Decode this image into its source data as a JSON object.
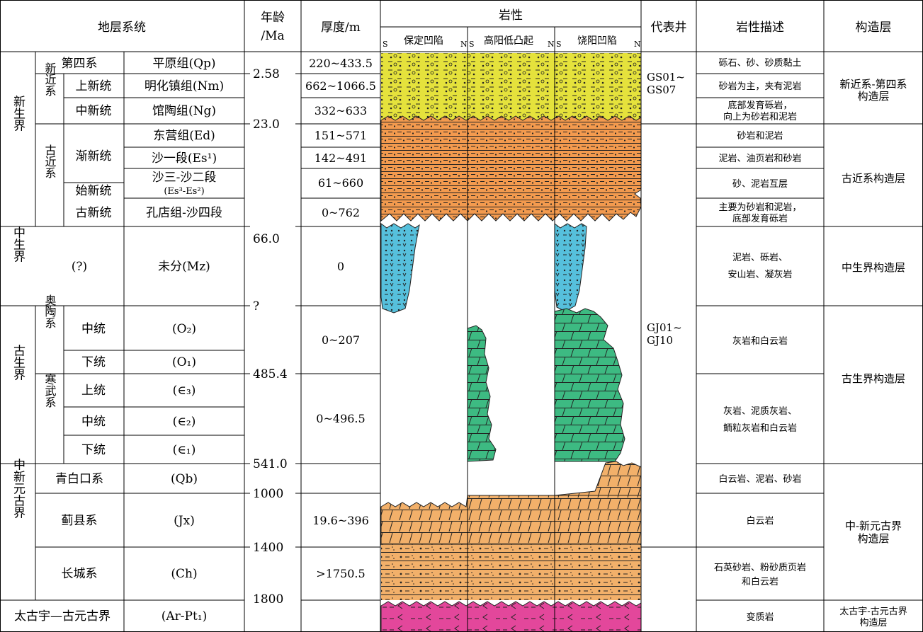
{
  "headers": {
    "strata": "地层系统",
    "age_line1": "年龄",
    "age_line2": "/Ma",
    "thickness": "厚度/m",
    "lithology": "岩性",
    "well": "代表井",
    "description": "岩性描述",
    "tectonic": "构造层"
  },
  "columns3": [
    {
      "label": "保定凹陷",
      "left": "S",
      "right": "N"
    },
    {
      "label": "高阳低凸起",
      "left": "S",
      "right": "N"
    },
    {
      "label": "饶阳凹陷",
      "left": "S",
      "right": "N"
    }
  ],
  "eras": [
    "新生界",
    "中生界",
    "古生界",
    "中新元古界",
    "太古宇—古元古界"
  ],
  "systems": [
    "第四系",
    "新近系",
    "古近系",
    "奥陶系",
    "寒武系"
  ],
  "series": [
    "上新统",
    "中新统",
    "渐新统",
    "始新统",
    "古新统",
    "中统",
    "下统",
    "上统",
    "中统",
    "下统"
  ],
  "mz_series": "(?)",
  "middle_groups": [
    "青白口系",
    "蓟县系",
    "长城系"
  ],
  "formations": [
    {
      "main": "平原组(Qp)"
    },
    {
      "main": "明化镇组(Nm)"
    },
    {
      "main": "馆陶组(Ng)"
    },
    {
      "main": "东营组(Ed)"
    },
    {
      "main": "沙一段(Es¹)"
    },
    {
      "main": "沙三-沙二段",
      "sub": "(Es³-Es²)"
    },
    {
      "main": "孔店组-沙四段"
    },
    {
      "main": "未分(Mz)"
    },
    {
      "main": "(O₂)"
    },
    {
      "main": "(O₁)"
    },
    {
      "main": "(∈₃)"
    },
    {
      "main": "(∈₂)"
    },
    {
      "main": "(∈₁)"
    },
    {
      "main": "(Qb)"
    },
    {
      "main": "(Jx)"
    },
    {
      "main": "(Ch)"
    },
    {
      "main": "(Ar-Pt₁)"
    }
  ],
  "ages": [
    "2.58",
    "23.0",
    "66.0",
    "?",
    "485.4",
    "541.0",
    "1000",
    "1400",
    "1800"
  ],
  "thickness": [
    "220~433.5",
    "662~1066.5",
    "332~633",
    "151~571",
    "142~491",
    "61~660",
    "0~762",
    "0",
    "0~207",
    "0~496.5",
    "19.6~396",
    ">1750.5"
  ],
  "wells": [
    {
      "lines": [
        "GS01~",
        "GS07"
      ]
    },
    {
      "lines": [
        "GJ01~",
        "GJ10"
      ]
    }
  ],
  "descriptions": [
    [
      "砾石、砂、砂质黏土"
    ],
    [
      "砂岩为主，夹有泥岩"
    ],
    [
      "底部发育砾岩，",
      "向上为砂岩和泥岩"
    ],
    [
      "砂岩和泥岩"
    ],
    [
      "泥岩、油页岩和砂岩"
    ],
    [
      "砂、泥岩互层"
    ],
    [
      "主要为砂岩和泥岩，",
      "底部发育砾岩"
    ],
    [
      "泥岩、砾岩、",
      "安山岩、凝灰岩"
    ],
    [
      "灰岩和白云岩"
    ],
    [
      "灰岩、泥质灰岩、",
      "鲕粒灰岩和白云岩"
    ],
    [
      "白云岩、泥岩、砂岩"
    ],
    [
      "白云岩"
    ],
    [
      "石英砂岩、粉砂质页岩",
      "和白云岩"
    ],
    [
      "变质岩"
    ]
  ],
  "tectonic_layers": [
    [
      "新近系-第四系",
      "构造层"
    ],
    [
      "古近系构造层"
    ],
    [
      "中生界构造层"
    ],
    [
      "古生界构造层"
    ],
    [
      "中-新元古界",
      "构造层"
    ],
    [
      "太古宇-古元古界",
      "构造层"
    ]
  ],
  "colors": {
    "quaternary_neogene": "#e5e23c",
    "paleogene": "#f39a4e",
    "mesozoic": "#56c0dc",
    "paleozoic": "#3dba82",
    "proterozoic": "#f2b06a",
    "archean": "#e3479b",
    "line": "#000000"
  }
}
